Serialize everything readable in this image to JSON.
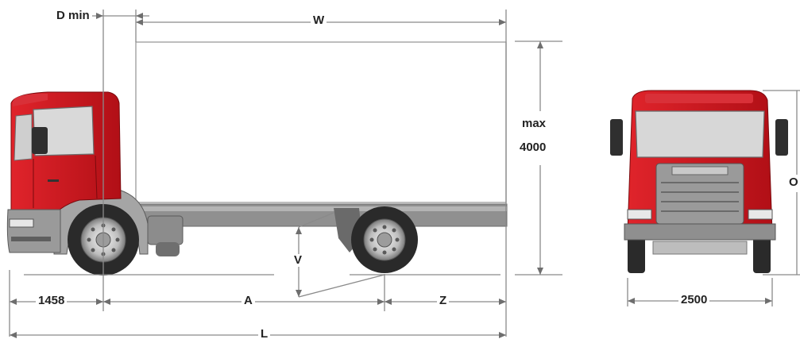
{
  "labels": {
    "d_min": "D min",
    "w": "W",
    "max": "max",
    "max_value": "4000",
    "v": "V",
    "front_overhang": "1458",
    "a": "A",
    "z": "Z",
    "l": "L",
    "width": "2500",
    "o": "O"
  },
  "colors": {
    "cab_red": "#c8141b",
    "cab_dark_red": "#8e0a10",
    "chassis_gray": "#8f8f8f",
    "tire_dark": "#2a2a2a",
    "dimension_line": "#8a8a8a",
    "label_text": "#222222"
  }
}
